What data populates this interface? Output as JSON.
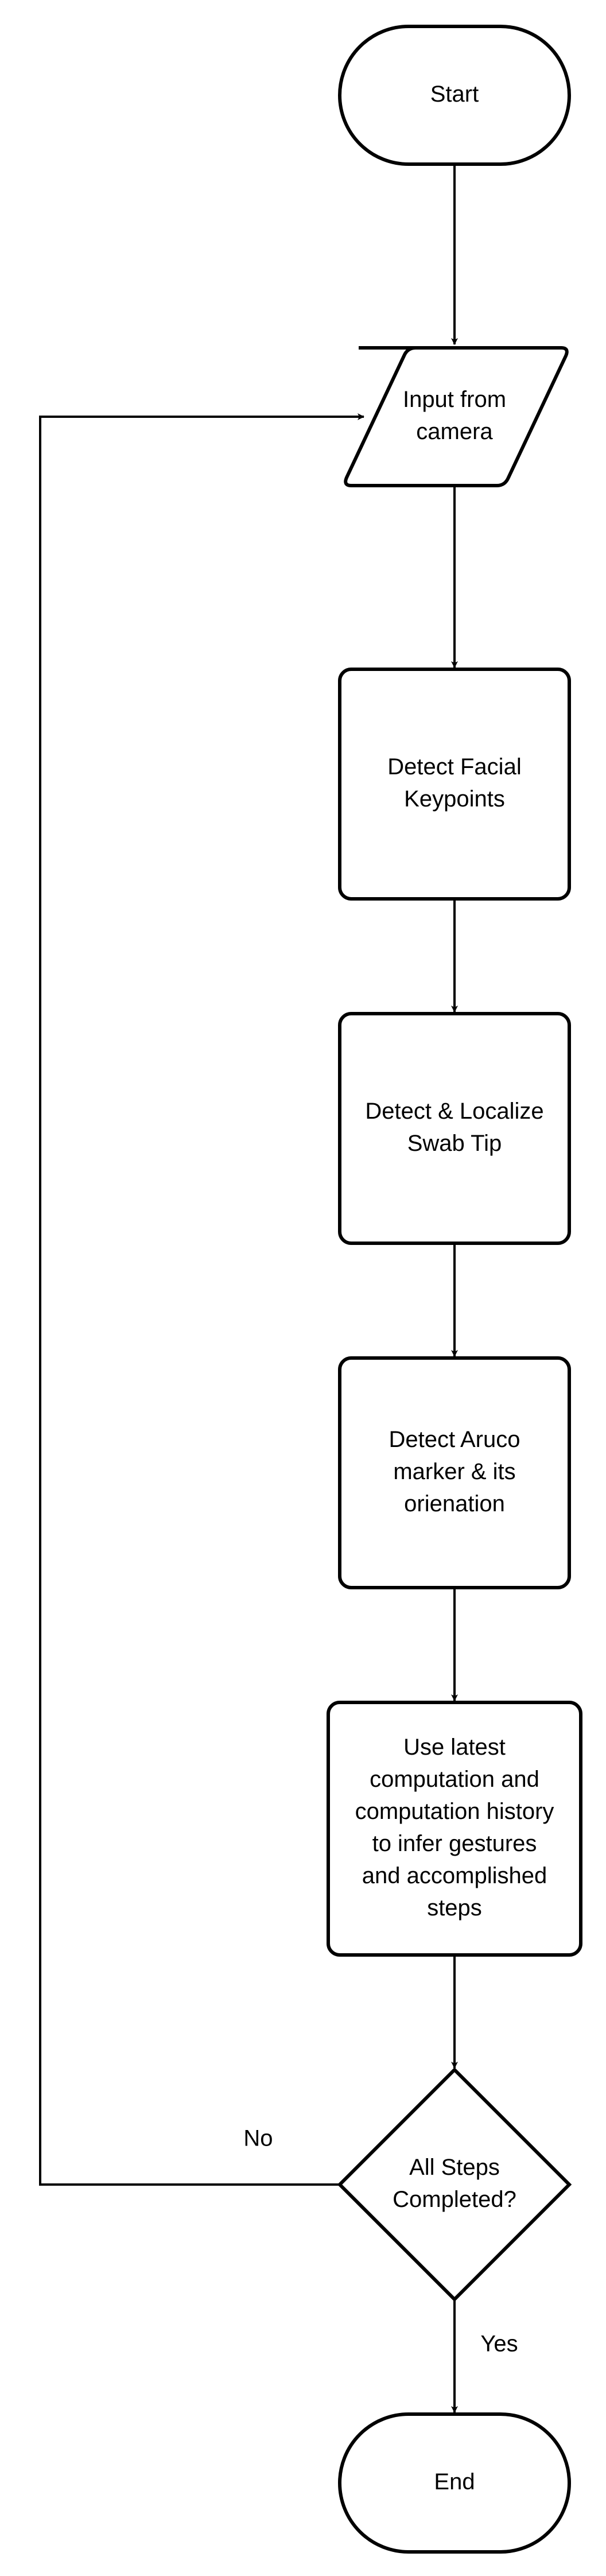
{
  "nodes": {
    "start": {
      "label": [
        "Start"
      ]
    },
    "input": {
      "label": [
        "Input from",
        "camera"
      ]
    },
    "facial": {
      "label": [
        "Detect Facial",
        "Keypoints"
      ]
    },
    "swab": {
      "label": [
        "Detect & Localize",
        "Swab Tip"
      ]
    },
    "aruco": {
      "label": [
        "Detect Aruco",
        "marker & its",
        "orienation"
      ]
    },
    "infer": {
      "label": [
        "Use latest",
        "computation and",
        "computation history",
        "to infer gestures",
        "and accomplished",
        "steps"
      ]
    },
    "decision": {
      "label": [
        "All Steps",
        "Completed?"
      ]
    },
    "end": {
      "label": [
        "End"
      ]
    }
  },
  "edges": {
    "no_label": "No",
    "yes_label": "Yes"
  },
  "colors": {
    "stroke": "#000000",
    "fill": "#ffffff"
  }
}
